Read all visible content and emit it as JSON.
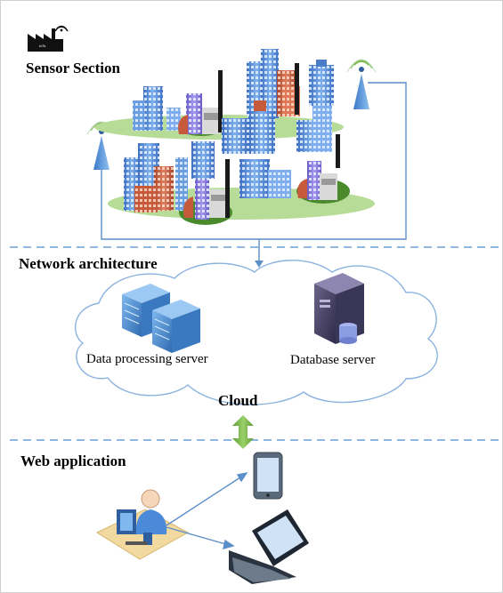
{
  "sections": {
    "sensor": "Sensor Section",
    "network": "Network architecture",
    "web": "Web application"
  },
  "nodes": {
    "data_processing": "Data processing server",
    "database": "Database server",
    "cloud": "Cloud"
  },
  "logo": {
    "text": "IoTs"
  },
  "colors": {
    "divider": "#6b9fd4",
    "connector": "#5b8fc8",
    "cloud_outline": "#8ab2e0",
    "cloud_arrow": "#7ab648",
    "building_blue": "#5b8dd8",
    "building_red": "#c65a3b",
    "ground_green": "#a8d68a"
  }
}
